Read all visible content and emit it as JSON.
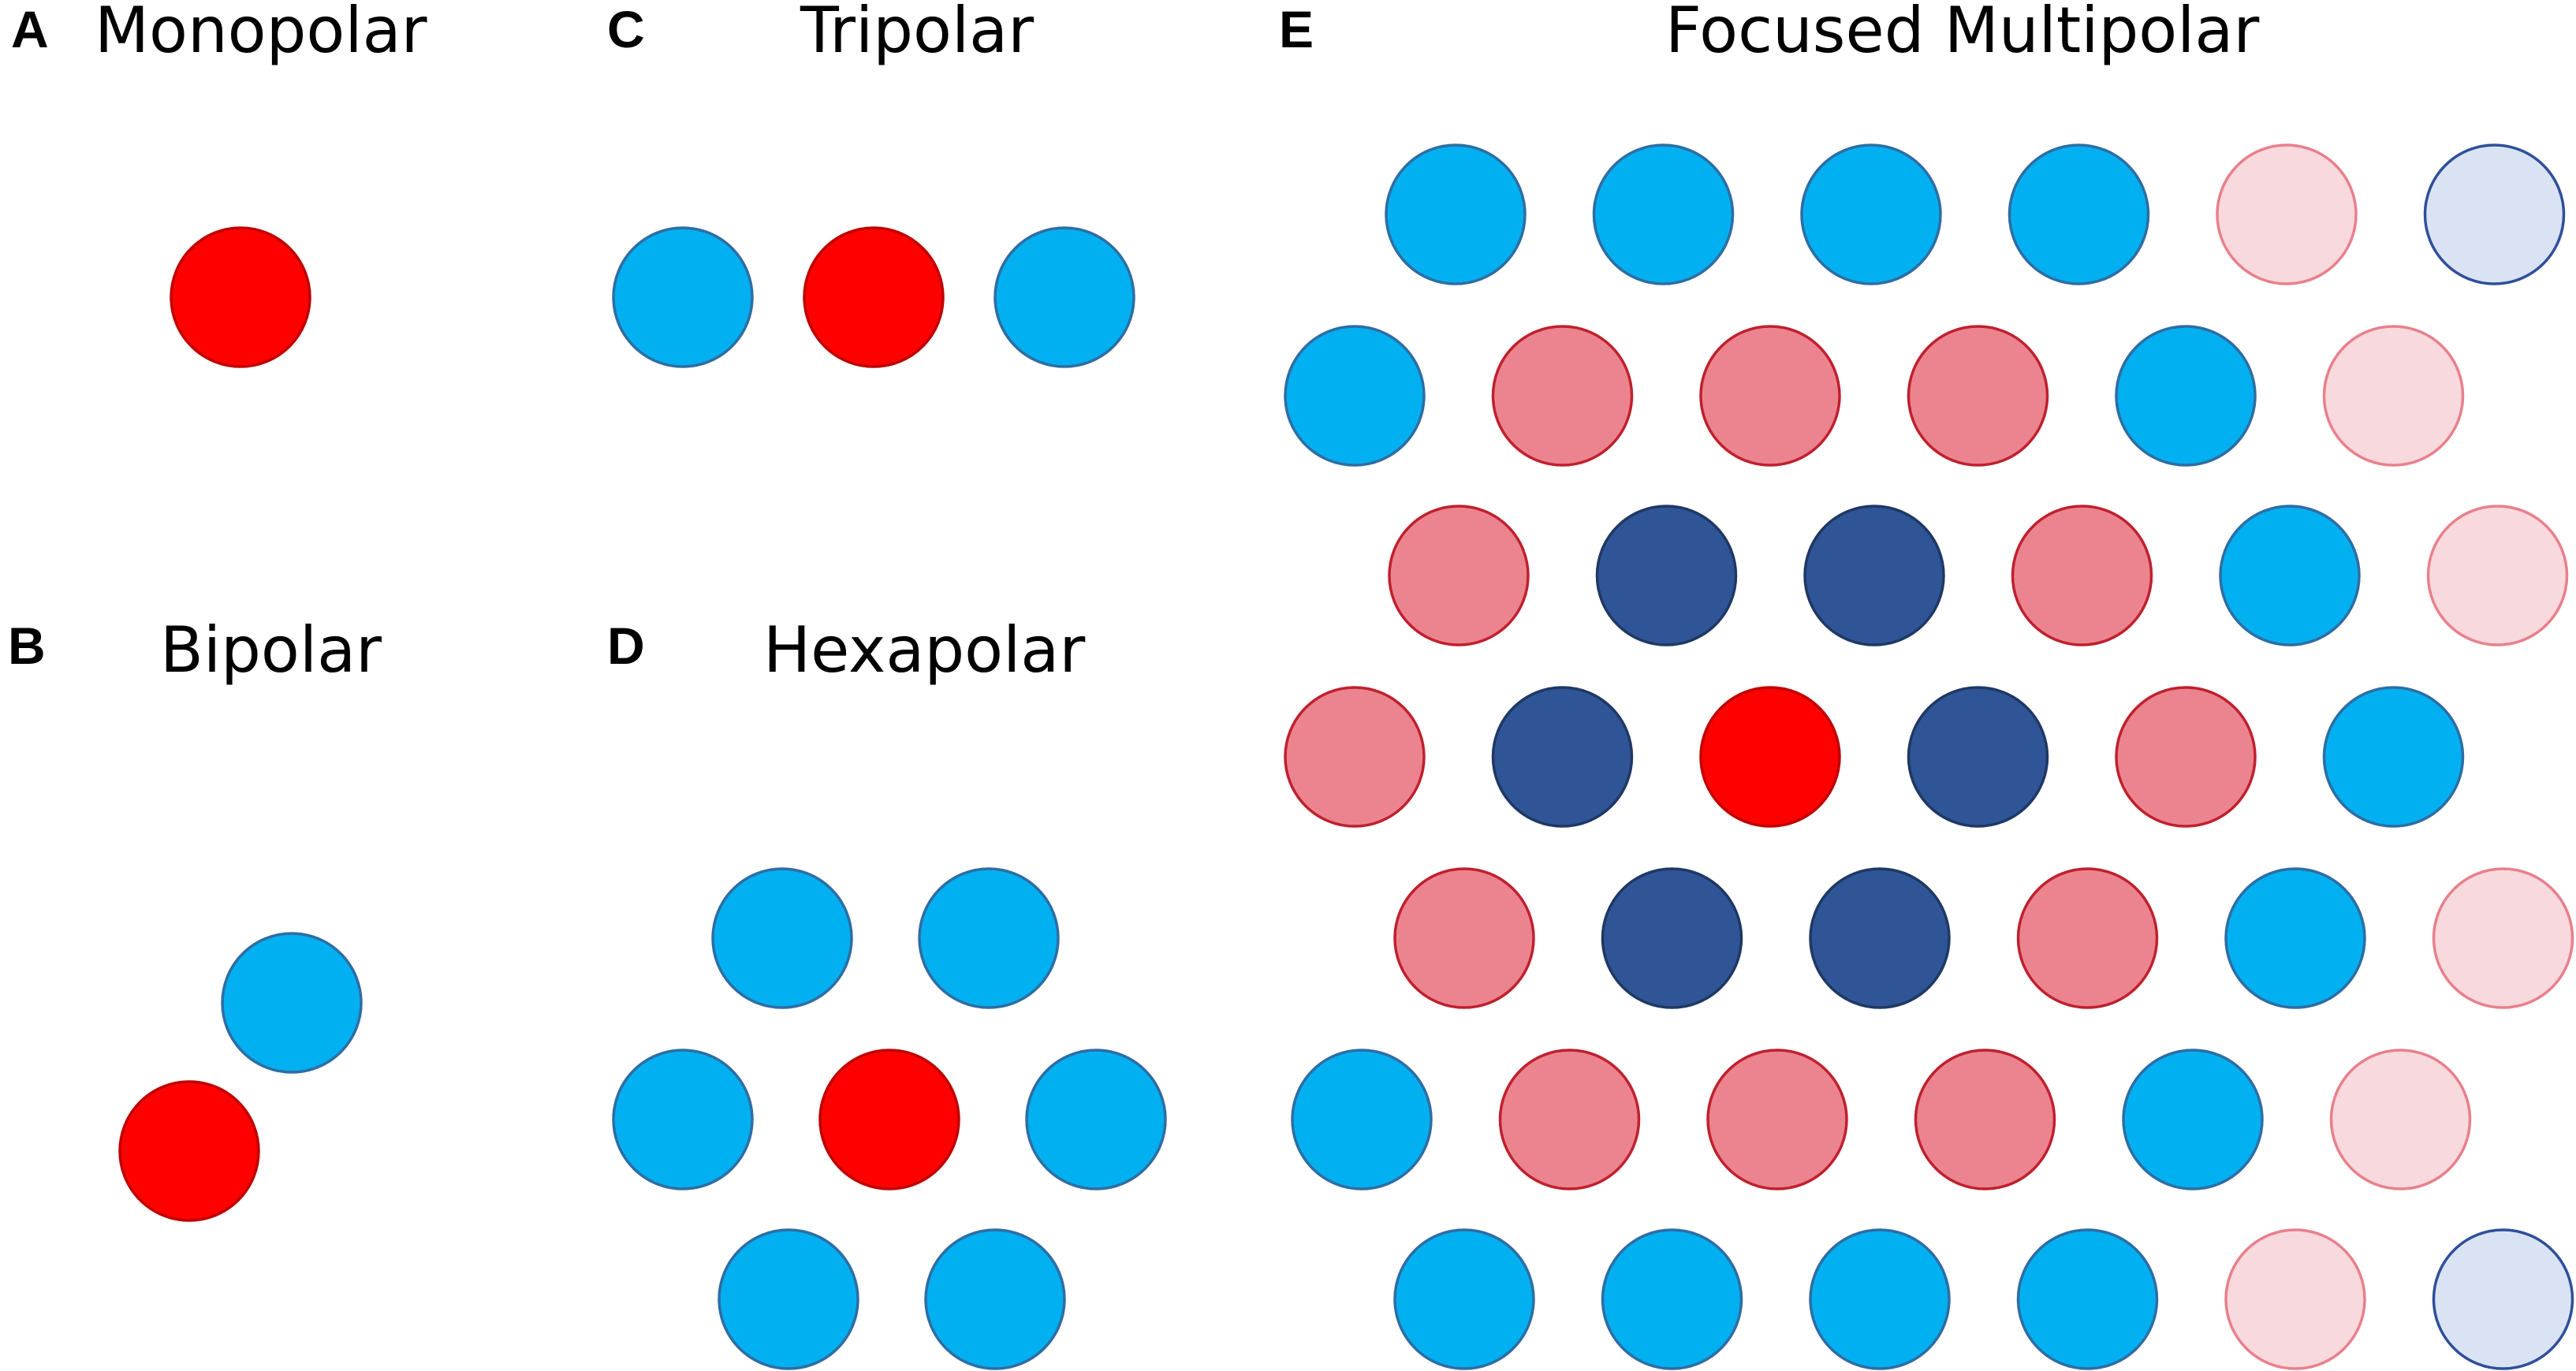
{
  "colors": {
    "anode": "#ff0000",
    "cathode": "#00b0f0",
    "anode_stroke": "#c00000",
    "cathode_stroke": "#2e6da4",
    "cathode_dark": "#2f5597",
    "cathode_dark_stroke": "#1f3864",
    "anode_medium": "#eb848f",
    "anode_medium_stroke": "#c0202e",
    "anode_light": "#f8d9dd",
    "anode_light_stroke": "#e8808c",
    "cathode_light": "#dae3f3",
    "cathode_light_stroke": "#2f4f9a"
  },
  "panels": [
    {
      "letter": "A",
      "title": "Monopolar",
      "electrodes": [
        {
          "col": 0,
          "row": 0,
          "type": "anode"
        }
      ]
    },
    {
      "letter": "B",
      "title": "Bipolar",
      "electrodes": [
        {
          "col": 0,
          "row": 0,
          "type": "cathode"
        },
        {
          "col": 1,
          "row": 1,
          "type": "anode"
        }
      ]
    },
    {
      "letter": "C",
      "title": "Tripolar",
      "electrodes": [
        {
          "col": 0,
          "row": 0,
          "type": "cathode"
        },
        {
          "col": 1,
          "row": 0,
          "type": "anode"
        },
        {
          "col": 2,
          "row": 0,
          "type": "cathode"
        }
      ]
    },
    {
      "letter": "D",
      "title": "Hexapolar",
      "electrodes": [
        {
          "col": 0,
          "row": 0,
          "type": "cathode"
        },
        {
          "col": 1,
          "row": 0,
          "type": "cathode"
        },
        {
          "col": 0,
          "row": 1,
          "type": "cathode"
        },
        {
          "col": 1,
          "row": 1,
          "type": "anode"
        },
        {
          "col": 2,
          "row": 1,
          "type": "cathode"
        },
        {
          "col": 0,
          "row": 2,
          "type": "cathode"
        },
        {
          "col": 1,
          "row": 2,
          "type": "cathode"
        }
      ]
    },
    {
      "letter": "E",
      "title": "Focused Multipolar",
      "rows": [
        [
          "cathode",
          "cathode",
          "cathode",
          "cathode",
          "anode_light",
          "cathode_light"
        ],
        [
          "cathode",
          "anode_medium",
          "anode_medium",
          "anode_medium",
          "cathode",
          "anode_light"
        ],
        [
          "anode_medium",
          "cathode_dark",
          "cathode_dark",
          "anode_medium",
          "cathode",
          "anode_light"
        ],
        [
          "anode_medium",
          "cathode_dark",
          "anode",
          "cathode_dark",
          "anode_medium",
          "cathode"
        ],
        [
          "anode_medium",
          "cathode_dark",
          "cathode_dark",
          "anode_medium",
          "cathode",
          "anode_light"
        ],
        [
          "cathode",
          "anode_medium",
          "anode_medium",
          "anode_medium",
          "cathode",
          "anode_light"
        ],
        [
          "cathode",
          "cathode",
          "cathode",
          "cathode",
          "anode_light",
          "cathode_light"
        ]
      ]
    }
  ]
}
